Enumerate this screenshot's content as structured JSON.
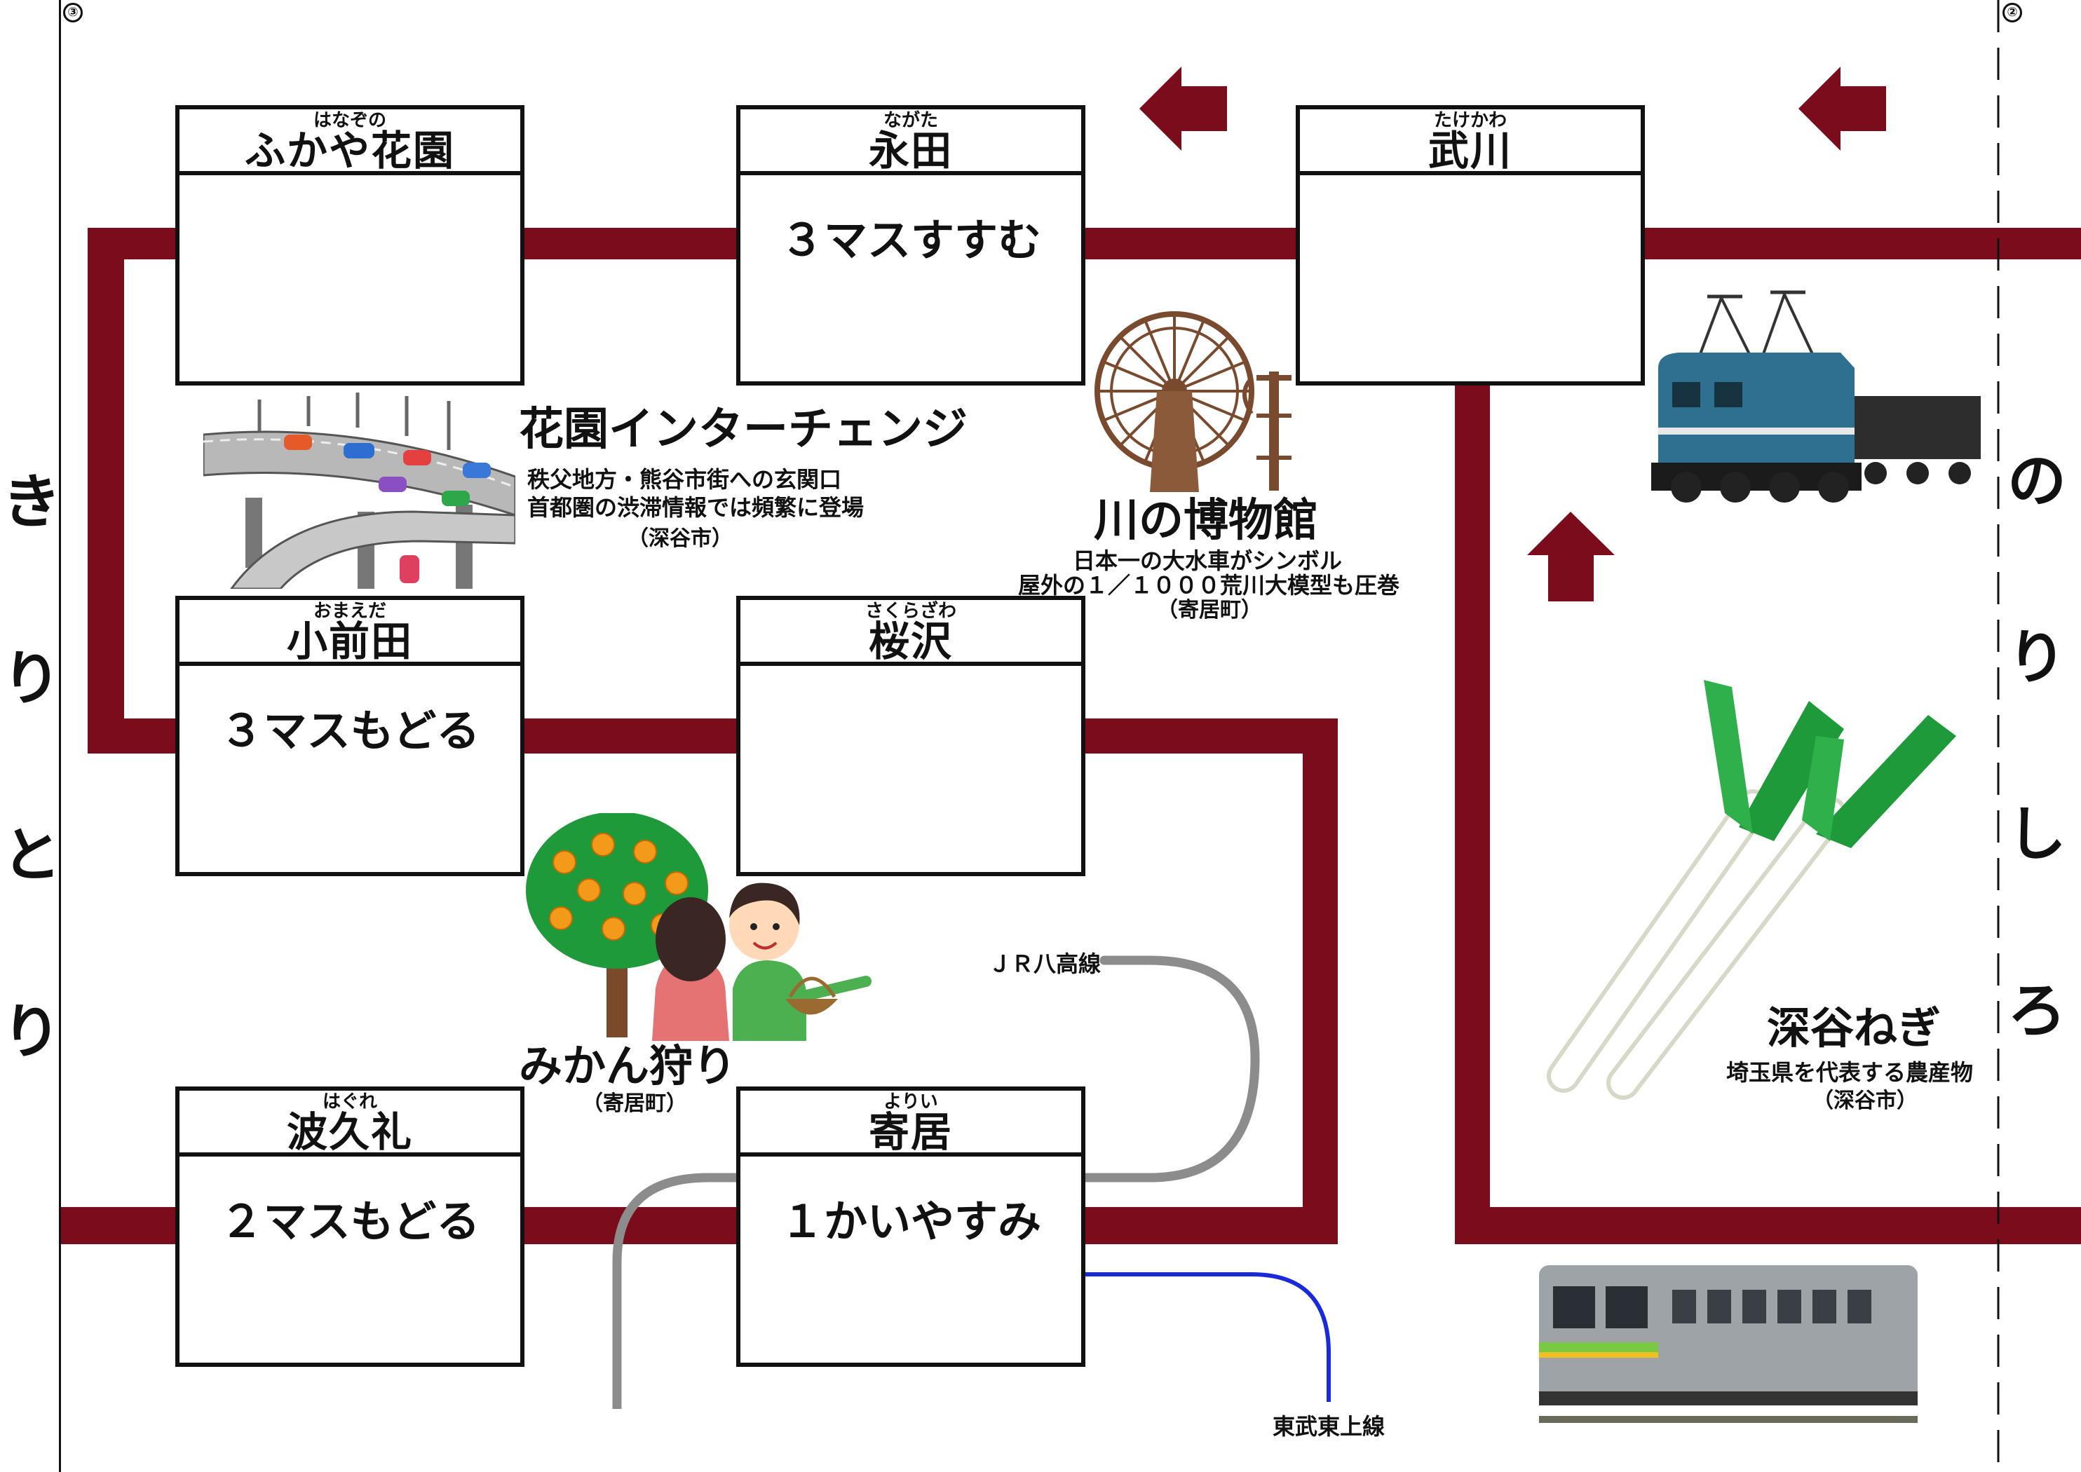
{
  "board": {
    "route_color": "#7b0c1c",
    "page_markers": {
      "left": "③",
      "right": "②"
    },
    "side_labels": {
      "left": [
        "き",
        "り",
        "と",
        "り"
      ],
      "right": [
        "の",
        "り",
        "し",
        "ろ"
      ]
    }
  },
  "squares": [
    {
      "ruby": "はなぞの",
      "name": "ふかや花園",
      "action": ""
    },
    {
      "ruby": "ながた",
      "name": "永田",
      "action": "３マスすすむ"
    },
    {
      "ruby": "たけかわ",
      "name": "武川",
      "action": ""
    },
    {
      "ruby": "おまえだ",
      "name": "小前田",
      "action": "３マスもどる"
    },
    {
      "ruby": "さくらざわ",
      "name": "桜沢",
      "action": ""
    },
    {
      "ruby": "はぐれ",
      "name": "波久礼",
      "action": "２マスもどる"
    },
    {
      "ruby": "よりい",
      "name": "寄居",
      "action": "１かいやすみ"
    }
  ],
  "landmarks": {
    "interchange": {
      "title": "花園インターチェンジ",
      "lines": [
        "秩父地方・熊谷市街への玄関口",
        "首都圏の渋滞情報では頻繁に登場"
      ],
      "place": "（深谷市）",
      "icon": "highway-interchange-illustration"
    },
    "museum": {
      "title": "川の博物館",
      "lines": [
        "日本一の大水車がシンボル",
        "屋外の１／１０００荒川大模型も圧巻"
      ],
      "place": "（寄居町）",
      "icon": "water-wheel-illustration"
    },
    "mikan": {
      "title": "みかん狩り",
      "place": "（寄居町）",
      "icon": "orange-picking-illustration"
    },
    "negi": {
      "title": "深谷ねぎ",
      "lines": [
        "埼玉県を代表する農産物"
      ],
      "place": "（深谷市）",
      "icon": "green-onion-illustration"
    }
  },
  "lines": {
    "jr": {
      "label": "ＪＲ八高線",
      "color": "#8c8c8c"
    },
    "tobu": {
      "label": "東武東上線",
      "color": "#1a2ad8"
    }
  }
}
